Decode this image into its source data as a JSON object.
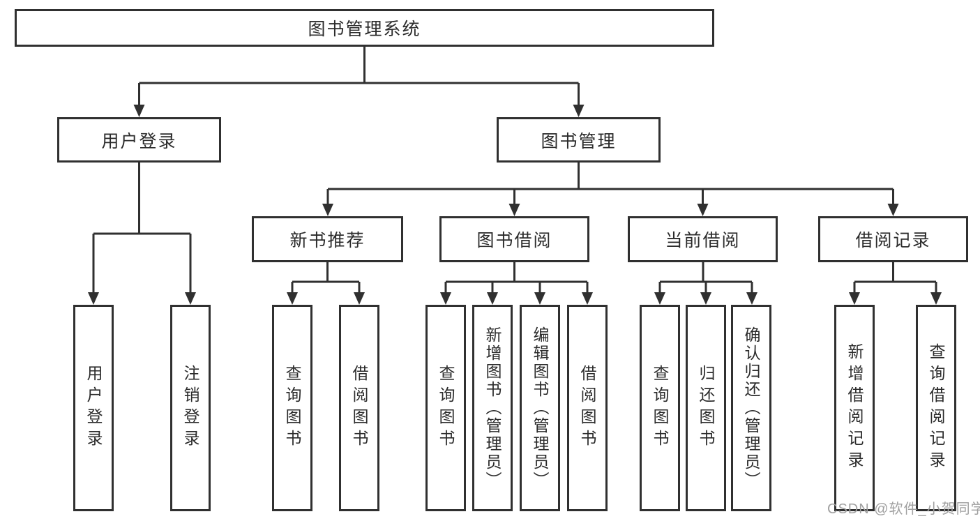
{
  "tree": {
    "label": "图书管理系统",
    "children": [
      {
        "label": "用户登录",
        "children": [
          {
            "label": "用户登录"
          },
          {
            "label": "注销登录"
          }
        ]
      },
      {
        "label": "图书管理",
        "children": [
          {
            "label": "新书推荐",
            "children": [
              {
                "label": "查询图书"
              },
              {
                "label": "借阅图书"
              }
            ]
          },
          {
            "label": "图书借阅",
            "children": [
              {
                "label": "查询图书"
              },
              {
                "label": "新增图书（管理员）"
              },
              {
                "label": "编辑图书（管理员）"
              },
              {
                "label": "借阅图书"
              }
            ]
          },
          {
            "label": "当前借阅",
            "children": [
              {
                "label": "查询图书"
              },
              {
                "label": "归还图书"
              },
              {
                "label": "确认归还（管理员）"
              }
            ]
          },
          {
            "label": "借阅记录",
            "children": [
              {
                "label": "新增借阅记录"
              },
              {
                "label": "查询借阅记录"
              }
            ]
          }
        ]
      }
    ]
  },
  "watermark": {
    "text": "CSDN @软件_小贺同学"
  },
  "colors": {
    "line": "#303030",
    "text": "#2b2b2b",
    "wm": "#a0a0a0",
    "bg": "#ffffff"
  }
}
